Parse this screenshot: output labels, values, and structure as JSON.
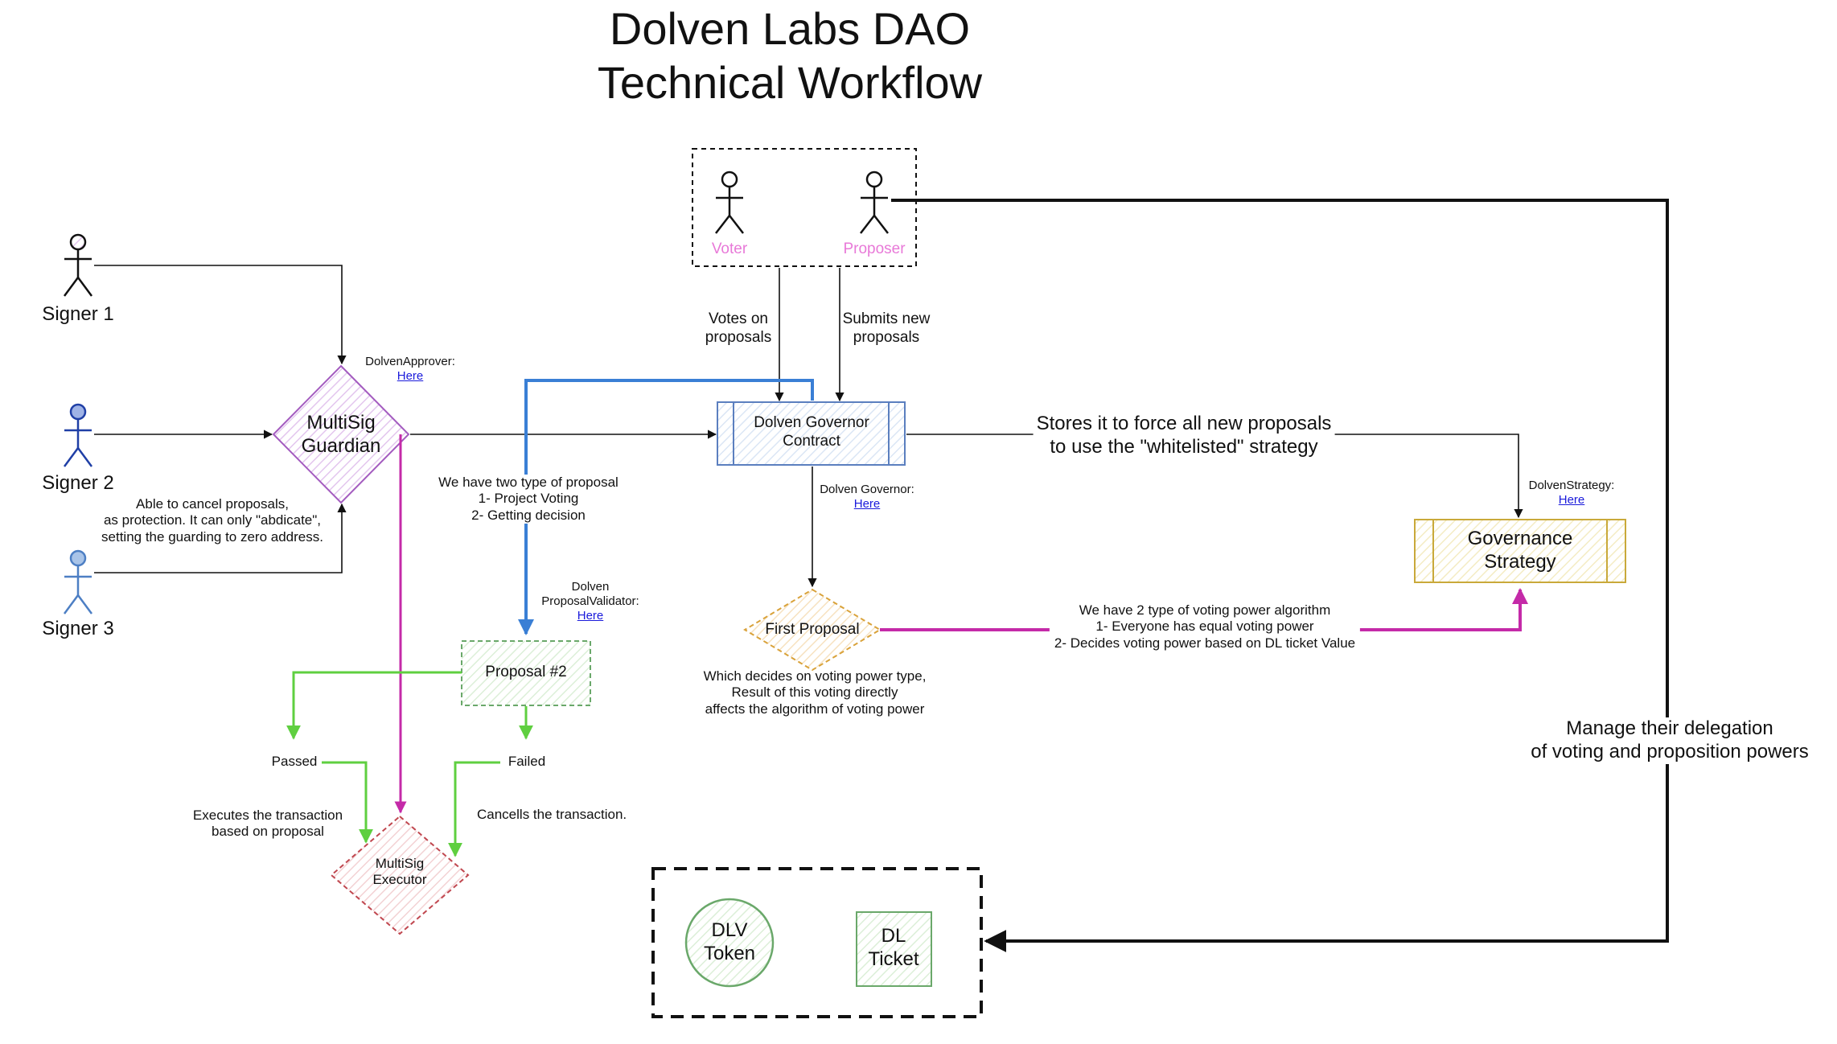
{
  "title": {
    "line1": "Dolven Labs DAO",
    "line2": "Technical Workflow"
  },
  "actors": {
    "signer1": "Signer 1",
    "signer2": "Signer 2",
    "signer3": "Signer 3",
    "voter": "Voter",
    "proposer": "Proposer"
  },
  "nodes": {
    "multisig_guardian": {
      "line1": "MultiSig",
      "line2": "Guardian"
    },
    "governor_contract": {
      "line1": "Dolven Governor",
      "line2": "Contract"
    },
    "governance_strategy": {
      "line1": "Governance",
      "line2": "Strategy"
    },
    "first_proposal": "First Proposal",
    "proposal_2": "Proposal #2",
    "multisig_executor": {
      "line1": "MultiSig",
      "line2": "Executor"
    },
    "dlv_token": {
      "line1": "DLV",
      "line2": "Token"
    },
    "dl_ticket": {
      "line1": "DL",
      "line2": "Ticket"
    }
  },
  "refs": {
    "approver": {
      "label": "DolvenApprover:",
      "link": "Here"
    },
    "governor": {
      "label": "Dolven Governor:",
      "link": "Here"
    },
    "strategy": {
      "label": "DolvenStrategy:",
      "link": "Here"
    },
    "validator": {
      "line1": "Dolven",
      "line2": "ProposalValidator:",
      "link": "Here"
    }
  },
  "annotations": {
    "votes_on": {
      "line1": "Votes on",
      "line2": "proposals"
    },
    "submits": {
      "line1": "Submits new",
      "line2": "proposals"
    },
    "stores": {
      "line1": "Stores it to force all new proposals",
      "line2": "to use the \"whitelisted\" strategy"
    },
    "two_types": {
      "line1": "We have two type of proposal",
      "line2": "1- Project Voting",
      "line3": "2- Getting decision"
    },
    "guardian_note": {
      "line1": "Able to cancel proposals,",
      "line2": "as protection. It can only \"abdicate\",",
      "line3": "setting the guarding to zero address."
    },
    "first_proposal_note": {
      "line1": "Which decides on voting power type,",
      "line2": "Result of this voting directly",
      "line3": "affects the algorithm of voting power"
    },
    "voting_algo": {
      "line1": "We have 2 type of voting power algorithm",
      "line2": "1- Everyone has equal voting power",
      "line3": "2- Decides voting power based on DL ticket Value"
    },
    "passed": "Passed",
    "failed": "Failed",
    "executes": {
      "line1": "Executes the transaction",
      "line2": "based on proposal"
    },
    "cancels": "Cancells the transaction.",
    "delegation": {
      "line1": "Manage their delegation",
      "line2": "of voting and proposition powers"
    }
  },
  "colors": {
    "guardian": "#a35bbf",
    "governor": "#5b7fbf",
    "strategy": "#c9a93a",
    "first_proposal": "#d9a23a",
    "proposal": "#6aa86a",
    "executor": "#c0474f",
    "blue_arrow": "#3a7fd5",
    "magenta_arrow": "#c42aa8",
    "green_arrow": "#5fcf40",
    "pink_text": "#e879d8"
  }
}
